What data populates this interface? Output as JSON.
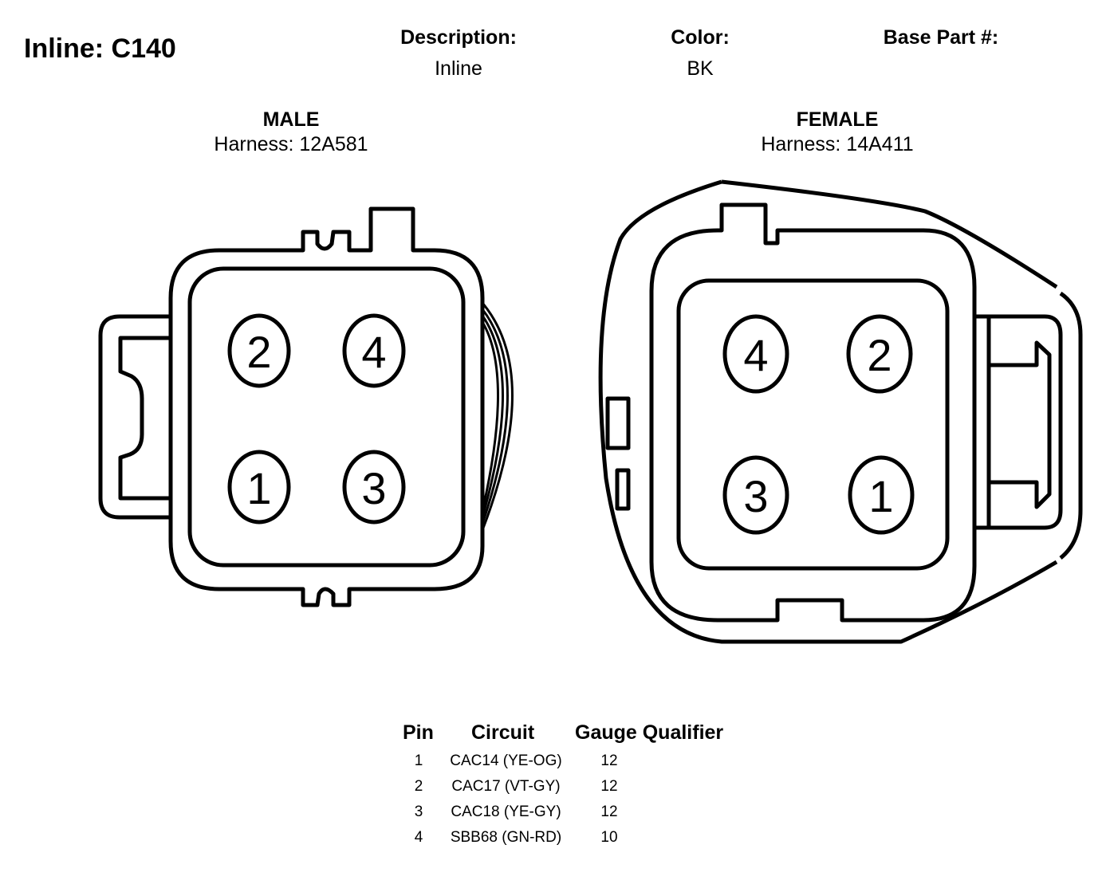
{
  "title": "Inline: C140",
  "description": {
    "label": "Description:",
    "value": "Inline"
  },
  "color": {
    "label": "Color:",
    "value": "BK"
  },
  "base_part": {
    "label": "Base Part #:",
    "value": ""
  },
  "male": {
    "label": "MALE",
    "harness": "Harness: 12A581",
    "pins": [
      "2",
      "4",
      "1",
      "3"
    ]
  },
  "female": {
    "label": "FEMALE",
    "harness": "Harness: 14A411",
    "pins": [
      "4",
      "2",
      "3",
      "1"
    ]
  },
  "table": {
    "headers": {
      "pin": "Pin",
      "circuit": "Circuit",
      "gauge_qualifier": "Gauge Qualifier"
    },
    "rows": [
      {
        "pin": "1",
        "circuit": "CAC14 (YE-OG)",
        "gauge": "12"
      },
      {
        "pin": "2",
        "circuit": "CAC17 (VT-GY)",
        "gauge": "12"
      },
      {
        "pin": "3",
        "circuit": "CAC18 (YE-GY)",
        "gauge": "12"
      },
      {
        "pin": "4",
        "circuit": "SBB68 (GN-RD)",
        "gauge": "10"
      }
    ]
  }
}
